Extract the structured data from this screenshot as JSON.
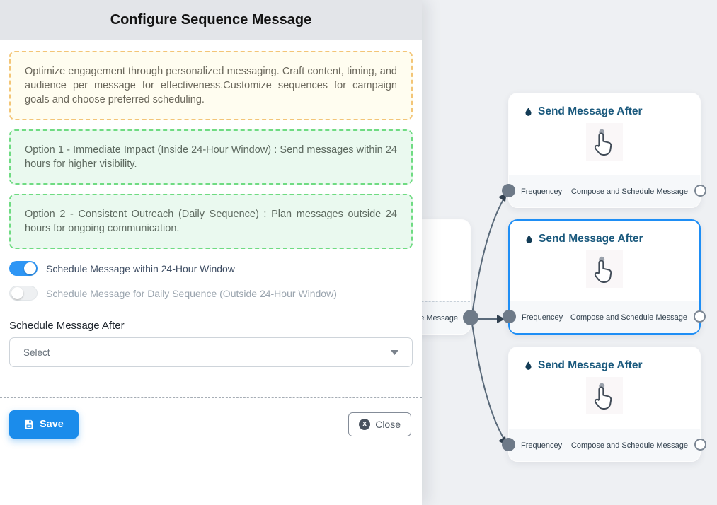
{
  "panel": {
    "title": "Configure Sequence Message",
    "info_box": "Optimize engagement through personalized messaging. Craft content, timing, and audience per message for effectiveness.Customize sequences for campaign goals and choose preferred scheduling.",
    "option1": "Option 1 - Immediate Impact (Inside 24-Hour Window) : Send messages within 24 hours for higher visibility.",
    "option2": "Option 2 - Consistent Outreach (Daily Sequence) : Plan messages outside 24 hours for ongoing communication.",
    "toggle_within": {
      "label": "Schedule Message within 24-Hour Window",
      "state": "on"
    },
    "toggle_daily": {
      "label": "Schedule Message for Daily Sequence (Outside 24-Hour Window)",
      "state": "off"
    },
    "schedule_after_label": "Schedule Message After",
    "select_placeholder": "Select",
    "save_label": "Save",
    "close_label": "Close",
    "close_icon_glyph": "x"
  },
  "canvas": {
    "source_node": {
      "footer_fragment": "ce Message"
    },
    "nodes": [
      {
        "title": "Send Message After",
        "footer_left": "Frequencey",
        "footer_right": "Compose and Schedule Message",
        "selected": false
      },
      {
        "title": "Send Message After",
        "footer_left": "Frequencey",
        "footer_right": "Compose and Schedule Message",
        "selected": true
      },
      {
        "title": "Send Message After",
        "footer_left": "Frequencey",
        "footer_right": "Compose and Schedule Message",
        "selected": false
      }
    ]
  },
  "icons": {
    "droplet": "droplet-icon",
    "tap_hand": "tap-gesture-icon",
    "save": "save-floppy-icon",
    "close": "close-circle-icon",
    "chevron": "chevron-down-icon"
  },
  "colors": {
    "accent_blue": "#1b8ceb",
    "selected_node_border": "#1e8ef5",
    "toggle_on": "#2e96f5",
    "yellow_border": "#f3c577",
    "yellow_bg": "#fffdf0",
    "green_border": "#6fdb82",
    "green_bg": "#eaf9ef",
    "node_title": "#1a597d",
    "edge": "#5a6a7a",
    "handle_fill": "#6e7a88",
    "canvas_bg": "#eef0f3"
  }
}
